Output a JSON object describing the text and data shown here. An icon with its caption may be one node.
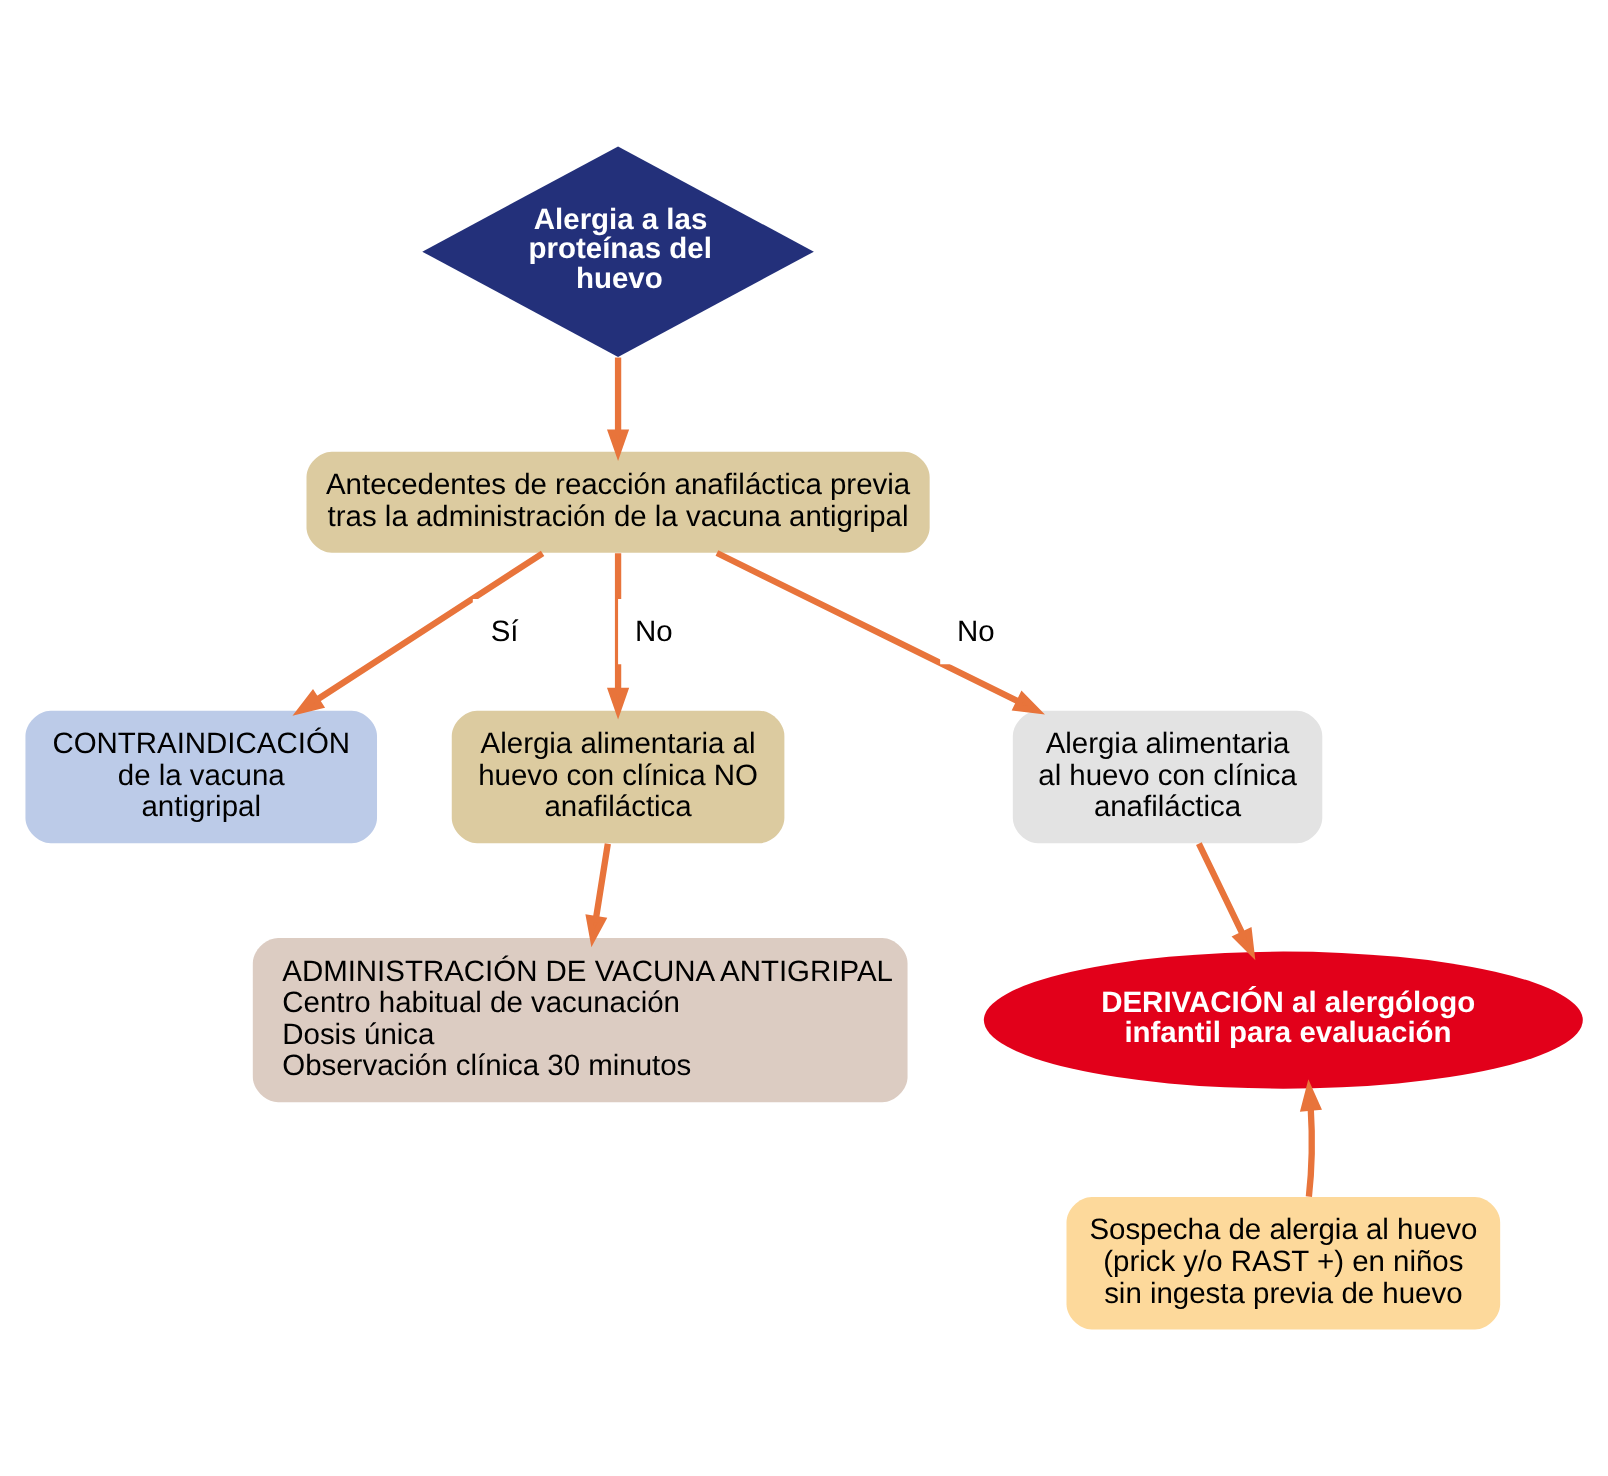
{
  "diagram": {
    "nodes": [
      {
        "text": [
          "Alergia a las proteínas del huevo"
        ]
      },
      {
        "text": [
          "Antecedentes de reacción anafiláctica previa tras la administración de la vacuna antigripal"
        ]
      },
      {
        "text": [
          "CONTRAINDICACIÓN de la vacuna antigripal"
        ]
      },
      {
        "text": [
          "Alergia alimentaria al huevo con clínica NO anafiláctica"
        ]
      },
      {
        "text": [
          "Alergia alimentaria al huevo con clínica anafiláctica"
        ]
      },
      {
        "text": [
          "ADMINISTRACIÓN DE VACUNA ANTIGRIPAL",
          "Centro habitual de vacunación",
          "Dosis única",
          "Observación clínica 30 minutos"
        ]
      },
      {
        "text": [
          "DERIVACIÓN al alergólogo infantil para evaluación"
        ]
      },
      {
        "text": [
          "Sospecha de alergia al huevo (prick y/o RAST +) en niños sin ingesta previa de huevo"
        ]
      }
    ],
    "edges": [
      {
        "from": 0,
        "to": 1,
        "arrow": "to"
      },
      {
        "from": 1,
        "to": 2,
        "arrow": "to",
        "label": "Sí"
      },
      {
        "from": 1,
        "to": 3,
        "arrow": "to",
        "label": "No"
      },
      {
        "from": 1,
        "to": 4,
        "arrow": "to",
        "label": "No"
      },
      {
        "from": 3,
        "to": 5,
        "arrow": "to"
      },
      {
        "from": 4,
        "to": 6,
        "arrow": "to"
      },
      {
        "from": 7,
        "to": 6,
        "arrow": "to"
      }
    ]
  }
}
